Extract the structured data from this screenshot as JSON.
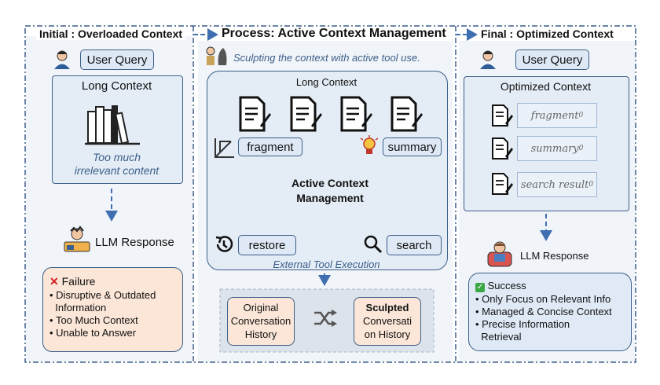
{
  "initial": {
    "title": "Initial : Overloaded Context",
    "user_query": "User Query",
    "long_context": "Long Context",
    "note_line1": "Too much",
    "note_line2": "irrelevant content",
    "llm_response": "LLM Response",
    "failure_title": "Failure",
    "failure_items": [
      "Disruptive & Outdated",
      "Information",
      "Too Much Context",
      "Unable to Answer"
    ]
  },
  "process": {
    "title": "Process: Active Context Management",
    "subtitle": "Sculpting the context with active tool use.",
    "long_context": "Long Context",
    "fragment": "fragment",
    "summary": "summary",
    "center_line1": "Active Context",
    "center_line2": "Management",
    "restore": "restore",
    "search": "search",
    "external": "External Tool Execution",
    "original_line1": "Original",
    "original_line2": "Conversation",
    "original_line3": "History",
    "sculpted_line1": "Sculpted",
    "sculpted_line2": "Conversati",
    "sculpted_line3": "on History"
  },
  "final": {
    "title": "Final : Optimized Context",
    "user_query": "User Query",
    "optimized_context": "Optimized Context",
    "fragment_main": "fragment",
    "summary_main": "summary",
    "search_main": "search result",
    "subscript": "0",
    "llm_response": "LLM Response",
    "success_title": "Success",
    "success_items": [
      "Only Focus on Relevant Info",
      "Managed & Concise Context",
      "Precise Information",
      "Retrieval"
    ]
  },
  "colors": {
    "border": "#3b5f8a",
    "arrow": "#3f6fb0",
    "failure_bg": "#fbe6d8",
    "success_bg": "#dfeaf6",
    "panel_bg": "#f1f4f8"
  }
}
